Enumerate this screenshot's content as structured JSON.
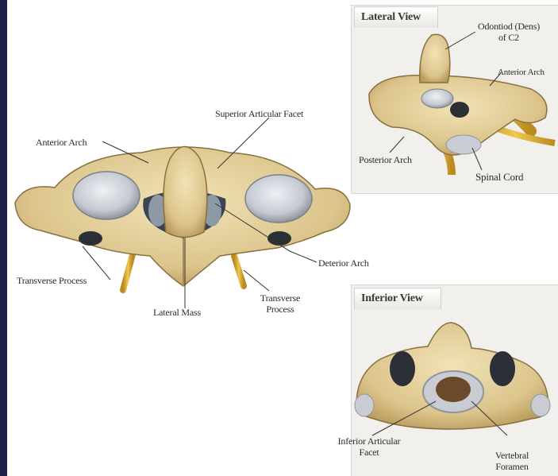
{
  "main_view": {
    "labels": {
      "superior_articular_facet": "Superior Articular Facet",
      "anterior_arch": "Anterior Arch",
      "transverse_process_left": "Transverse Process",
      "lateral_mass": "Lateral Mass",
      "transverse_process_right_line1": "Transverse",
      "transverse_process_right_line2": "Process",
      "deterior_arch": "Deterior Arch"
    }
  },
  "lateral_view": {
    "title": "Lateral View",
    "labels": {
      "odontoid_line1": "Odontiod (Dens)",
      "odontoid_line2": "of C2",
      "anterior_arch": "Anterior Arch",
      "posterior_arch": "Posterior Arch",
      "spinal_cord": "Spinal Cord"
    }
  },
  "inferior_view": {
    "title": "Inferior View",
    "labels": {
      "inferior_articular_line1": "Inferior Articular",
      "inferior_articular_line2": "Facet",
      "vertebral_line1": "Vertebral",
      "vertebral_line2": "Foramen"
    }
  },
  "colors": {
    "frame": "#1b1f4a",
    "bone": "#e3cf9a",
    "bone_shadow": "#b79a5e",
    "bone_dark": "#7a623a",
    "cartilage": "#c9ccd2",
    "nerve": "#e0b23a"
  }
}
